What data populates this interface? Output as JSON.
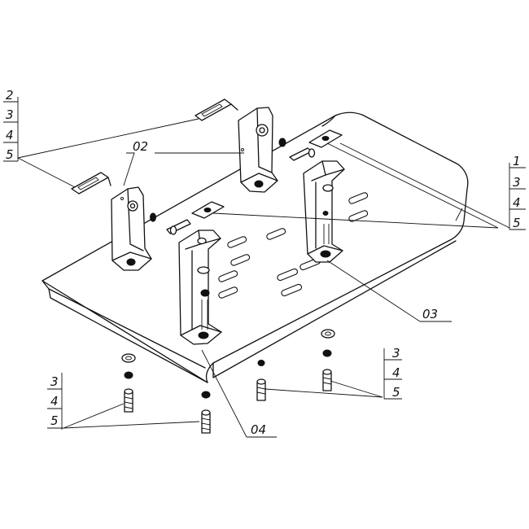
{
  "callouts": {
    "group_top_left": [
      "2",
      "3",
      "4",
      "5"
    ],
    "group_right": [
      "1",
      "3",
      "4",
      "5"
    ],
    "group_bottom_left": [
      "3",
      "4",
      "5"
    ],
    "group_bottom_right": [
      "3",
      "4",
      "5"
    ],
    "part_02": "02",
    "part_03": "03",
    "part_04": "04"
  }
}
